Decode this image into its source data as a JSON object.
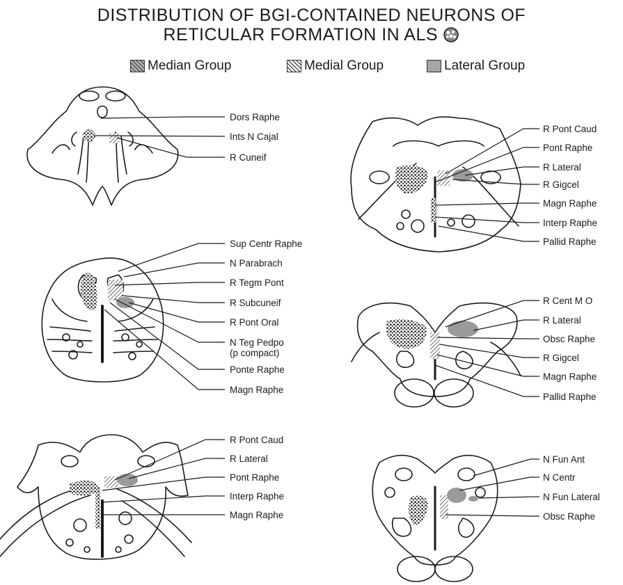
{
  "title": {
    "line1": "DISTRIBUTION OF BGI-CONTAINED NEURONS OF",
    "line2": "RETICULAR FORMATION IN ALS"
  },
  "legend": {
    "median": "Median Group",
    "medial": "Medial Group",
    "lateral": "Lateral Group"
  },
  "panels": {
    "panel1": [
      "Dors Raphe",
      "Ints N Cajal",
      "R Cuneif"
    ],
    "panel2": [
      "Sup Centr Raphe",
      "N Parabrach",
      "R Tegm Pont",
      "R Subcuneif",
      "R Pont Oral",
      "N Teg Pedpo",
      "(p compact)",
      "Ponte Raphe",
      "Magn Raphe"
    ],
    "panel3": [
      "R Pont Caud",
      "R Lateral",
      "Pont Raphe",
      "Interp Raphe",
      "Magn Raphe"
    ],
    "panel4": [
      "R Pont Caud",
      "Pont Raphe",
      "R Lateral",
      "R Gigcel",
      "Magn Raphe",
      "Interp Raphe",
      "Pallid Raphe"
    ],
    "panel5": [
      "R Cent M O",
      "R Lateral",
      "Obsc Raphe",
      "R Gigcel",
      "Magn Raphe",
      "Pallid Raphe"
    ],
    "panel6": [
      "N Fun Ant",
      "N  Centr",
      "N Fun Lateral",
      "Obsc Raphe"
    ]
  }
}
